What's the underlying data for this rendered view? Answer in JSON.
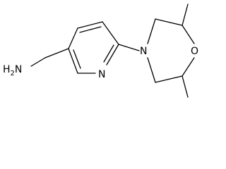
{
  "structure": {
    "atoms": {
      "amine": "H2N",
      "pyridine_nitrogen": "N",
      "morpholine_nitrogen": "N",
      "morpholine_oxygen": "O"
    }
  }
}
